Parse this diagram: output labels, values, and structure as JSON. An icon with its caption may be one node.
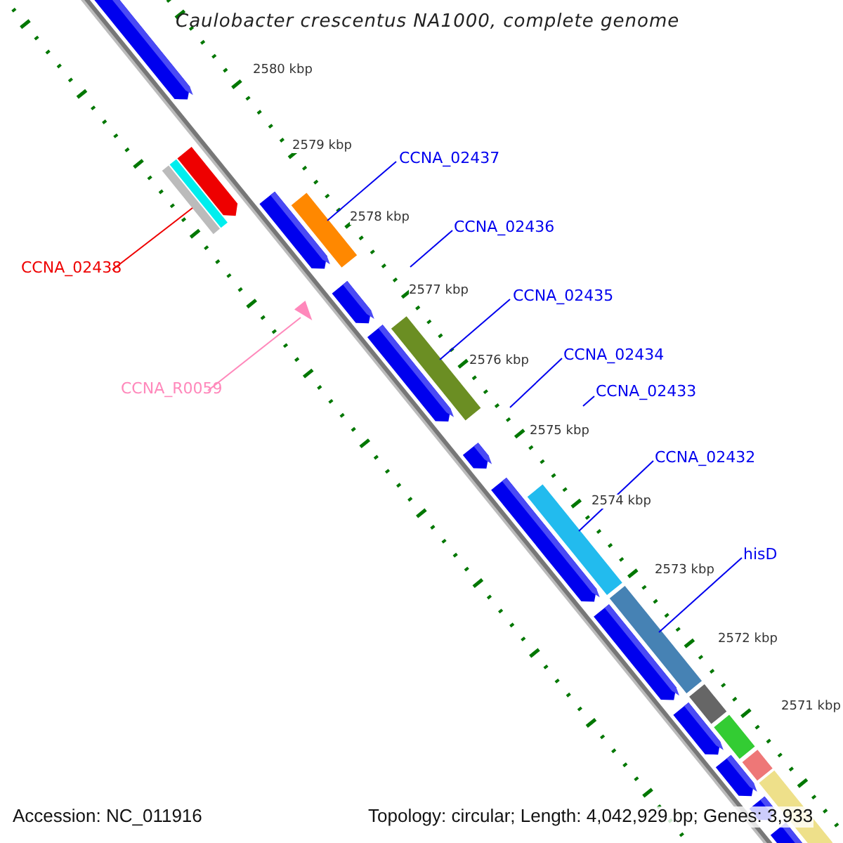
{
  "diagram": {
    "title": "Caulobacter crescentus NA1000, complete genome",
    "nodes": [
      {
        "text": [
          "CCNA_02437"
        ]
      },
      {
        "text": [],
        "shape": "bar"
      },
      {
        "text": [
          "CCNA_02436"
        ]
      },
      {
        "text": [
          "CCNA_02435"
        ]
      },
      {
        "text": [],
        "shape": "bar"
      },
      {
        "text": [
          "CCNA_02434"
        ]
      },
      {
        "text": [
          "CCNA_02433"
        ]
      },
      {
        "text": [
          "CCNA_02432"
        ]
      },
      {
        "text": [],
        "shape": "bar"
      },
      {
        "text": [
          "hisD"
        ]
      },
      {
        "text": [],
        "shape": "bar"
      },
      {
        "text": [
          "CCNA_02438"
        ]
      },
      {
        "text": [],
        "shape": "bar"
      },
      {
        "text": [
          "CCNA_R0059"
        ]
      },
      {
        "text": [],
        "shape": "triangle"
      }
    ],
    "edges": [
      {
        "from": 0,
        "to": 1,
        "arrow": "none"
      },
      {
        "from": 2,
        "to": null,
        "arrow": "none"
      },
      {
        "from": 3,
        "to": 4,
        "arrow": "none"
      },
      {
        "from": 5,
        "to": null,
        "arrow": "none"
      },
      {
        "from": 6,
        "to": null,
        "arrow": "none"
      },
      {
        "from": 7,
        "to": 8,
        "arrow": "none"
      },
      {
        "from": 9,
        "to": 10,
        "arrow": "none"
      },
      {
        "from": 11,
        "to": 12,
        "arrow": "none",
        "color": "#ee0000"
      },
      {
        "from": 13,
        "to": 14,
        "arrow": "none",
        "color": "#ff88bb"
      }
    ],
    "labels": [
      "2580 kbp",
      "2579 kbp",
      "2578 kbp",
      "2577 kbp",
      "2576 kbp",
      "2575 kbp",
      "2574 kbp",
      "2573 kbp",
      "2572 kbp",
      "2571 kbp",
      "Accession: NC_011916",
      "Topology: circular; Length: 4,042,929 bp; Genes: 3,933"
    ]
  }
}
